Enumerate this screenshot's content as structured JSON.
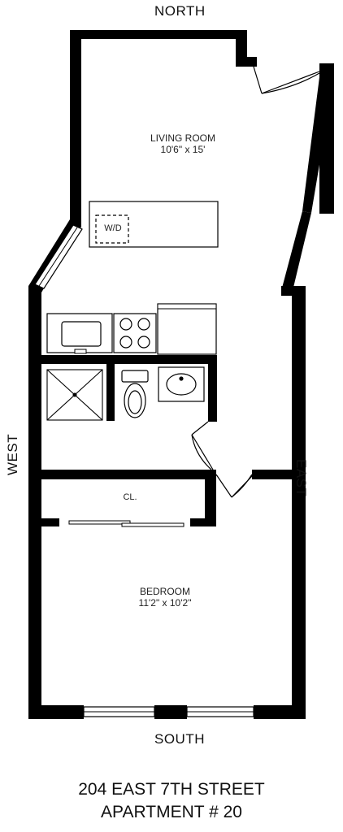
{
  "compass": {
    "north": "NORTH",
    "south": "SOUTH",
    "east": "EAST",
    "west": "WEST"
  },
  "rooms": {
    "living": {
      "name": "LIVING ROOM",
      "size": "10'6\" x 15'"
    },
    "bedroom": {
      "name": "BEDROOM",
      "size": "11'2\" x 10'2\""
    },
    "closet": "CL.",
    "washer_dryer": "W/D"
  },
  "address": {
    "line1": "204 EAST 7TH STREET",
    "line2": "APARTMENT # 20"
  }
}
